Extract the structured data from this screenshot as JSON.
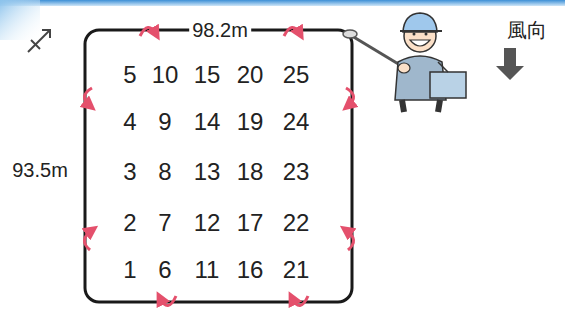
{
  "diagram": {
    "labels": [
      "98.2m",
      "93.5m",
      "5",
      "10",
      "15",
      "20",
      "25",
      "4",
      "9",
      "14",
      "19",
      "24",
      "3",
      "8",
      "13",
      "18",
      "23",
      "2",
      "7",
      "12",
      "17",
      "22",
      "1",
      "6",
      "11",
      "16",
      "21",
      "風向"
    ]
  }
}
